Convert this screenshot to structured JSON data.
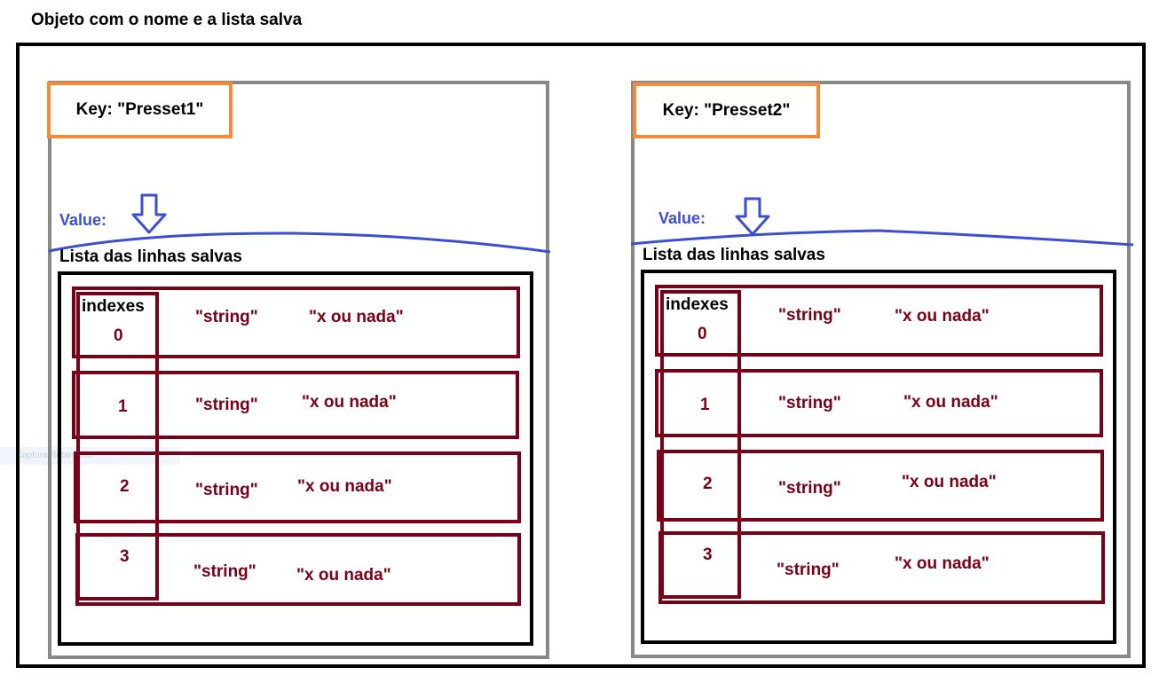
{
  "title": "Objeto com o nome e a lista salva",
  "ghost_tooltip": "Captura Retangular",
  "panels": [
    {
      "key_text": "Key: \"Presset1\"",
      "value_label": "Value:",
      "list_label": "Lista das linhas salvas",
      "index_header": "indexes",
      "rows": [
        {
          "index": "0",
          "string": "\"string\"",
          "x": "\"x ou nada\""
        },
        {
          "index": "1",
          "string": "\"string\"",
          "x": "\"x ou nada\""
        },
        {
          "index": "2",
          "string": "\"string\"",
          "x": "\"x ou nada\""
        },
        {
          "index": "3",
          "string": "\"string\"",
          "x": "\"x ou nada\""
        }
      ]
    },
    {
      "key_text": "Key: \"Presset2\"",
      "value_label": "Value:",
      "list_label": "Lista das linhas salvas",
      "index_header": "indexes",
      "rows": [
        {
          "index": "0",
          "string": "\"string\"",
          "x": "\"x ou nada\""
        },
        {
          "index": "1",
          "string": "\"string\"",
          "x": "\"x ou nada\""
        },
        {
          "index": "2",
          "string": "\"string\"",
          "x": "\"x ou nada\""
        },
        {
          "index": "3",
          "string": "\"string\"",
          "x": "\"x ou nada\""
        }
      ]
    }
  ],
  "colors": {
    "outer_border": "#000000",
    "panel_border": "#888888",
    "key_border": "#f58a3a",
    "value_blue": "#3b4fd0",
    "row_maroon": "#7a0018"
  }
}
